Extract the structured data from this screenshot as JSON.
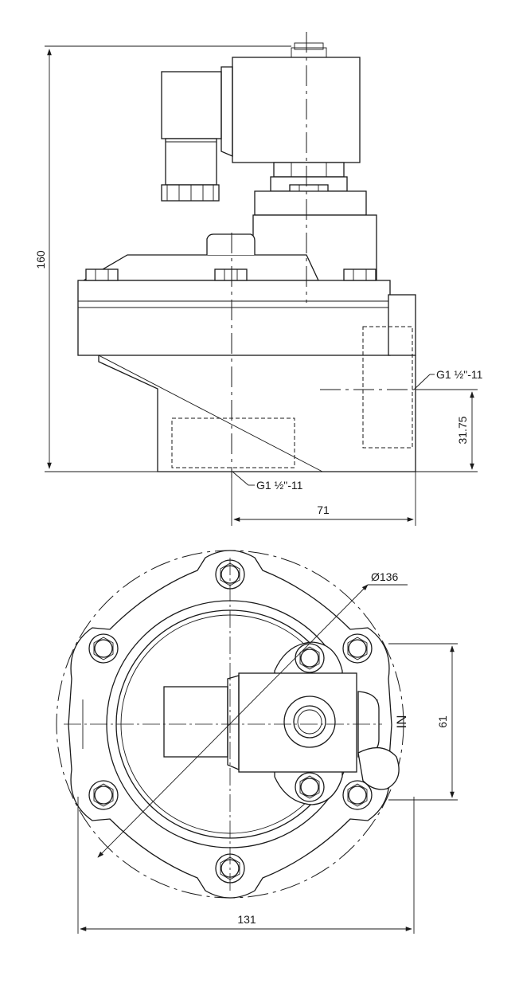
{
  "side_view": {
    "dim_height": "160",
    "dim_outlet_height": "31.75",
    "dim_outlet_offset": "71",
    "thread_outlet_label": "G1 ½\"-11",
    "thread_inlet_label": "G1 ½\"-11"
  },
  "top_view": {
    "dim_bolt_circle": "Ø136",
    "dim_width": "131",
    "dim_inlet_span": "61",
    "inlet_mark": "IN"
  },
  "colors": {
    "line": "#1a1a1a",
    "background": "#ffffff"
  }
}
